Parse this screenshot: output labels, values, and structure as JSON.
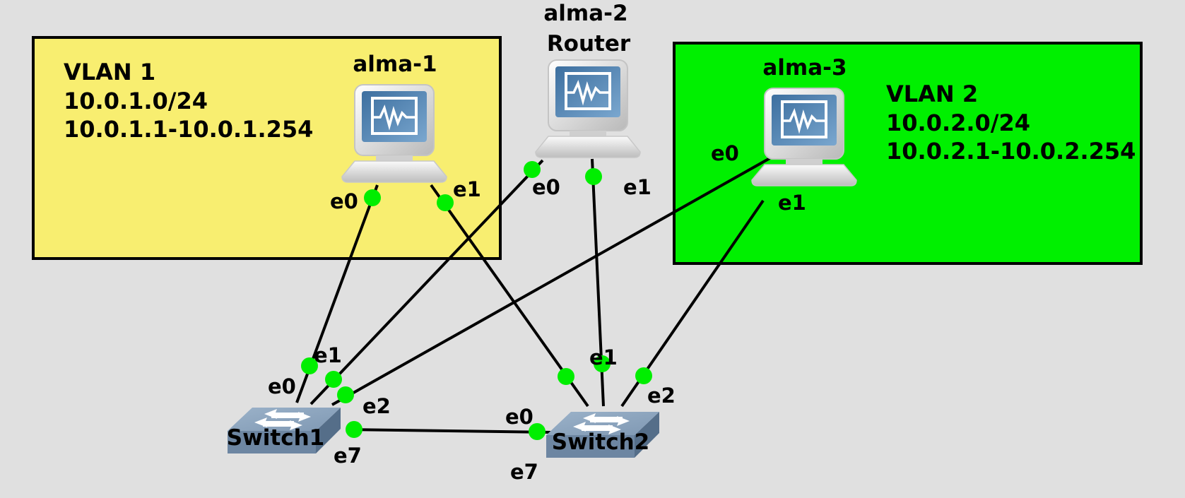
{
  "colors": {
    "background": "#e0e0e0",
    "vlan1_fill": "#f8ee70",
    "vlan2_fill": "#00f000",
    "link": "#000000",
    "port_dot": "#00ee00"
  },
  "vlan1": {
    "line1": "VLAN 1",
    "line2": "10.0.1.0/24",
    "line3": "10.0.1.1-10.0.1.254"
  },
  "vlan2": {
    "line1": "VLAN 2",
    "line2": "10.0.2.0/24",
    "line3": "10.0.2.1-10.0.2.254"
  },
  "nodes": {
    "alma1": {
      "name": "alma-1",
      "icon": "computer-icon"
    },
    "alma2": {
      "name": "alma-2",
      "role": "Router",
      "icon": "computer-icon"
    },
    "alma3": {
      "name": "alma-3",
      "icon": "computer-icon"
    },
    "switch1": {
      "name": "Switch1",
      "icon": "switch-icon"
    },
    "switch2": {
      "name": "Switch2",
      "icon": "switch-icon"
    }
  },
  "ports": {
    "alma1_e0": "e0",
    "alma1_e1": "e1",
    "alma2_e0": "e0",
    "alma2_e1": "e1",
    "alma3_e0": "e0",
    "alma3_e1": "e1",
    "sw1_e0": "e0",
    "sw1_e1": "e1",
    "sw1_e2": "e2",
    "sw1_e7": "e7",
    "sw2_e0": "e0",
    "sw2_e1": "e1",
    "sw2_e2": "e2",
    "sw2_e7": "e7"
  }
}
